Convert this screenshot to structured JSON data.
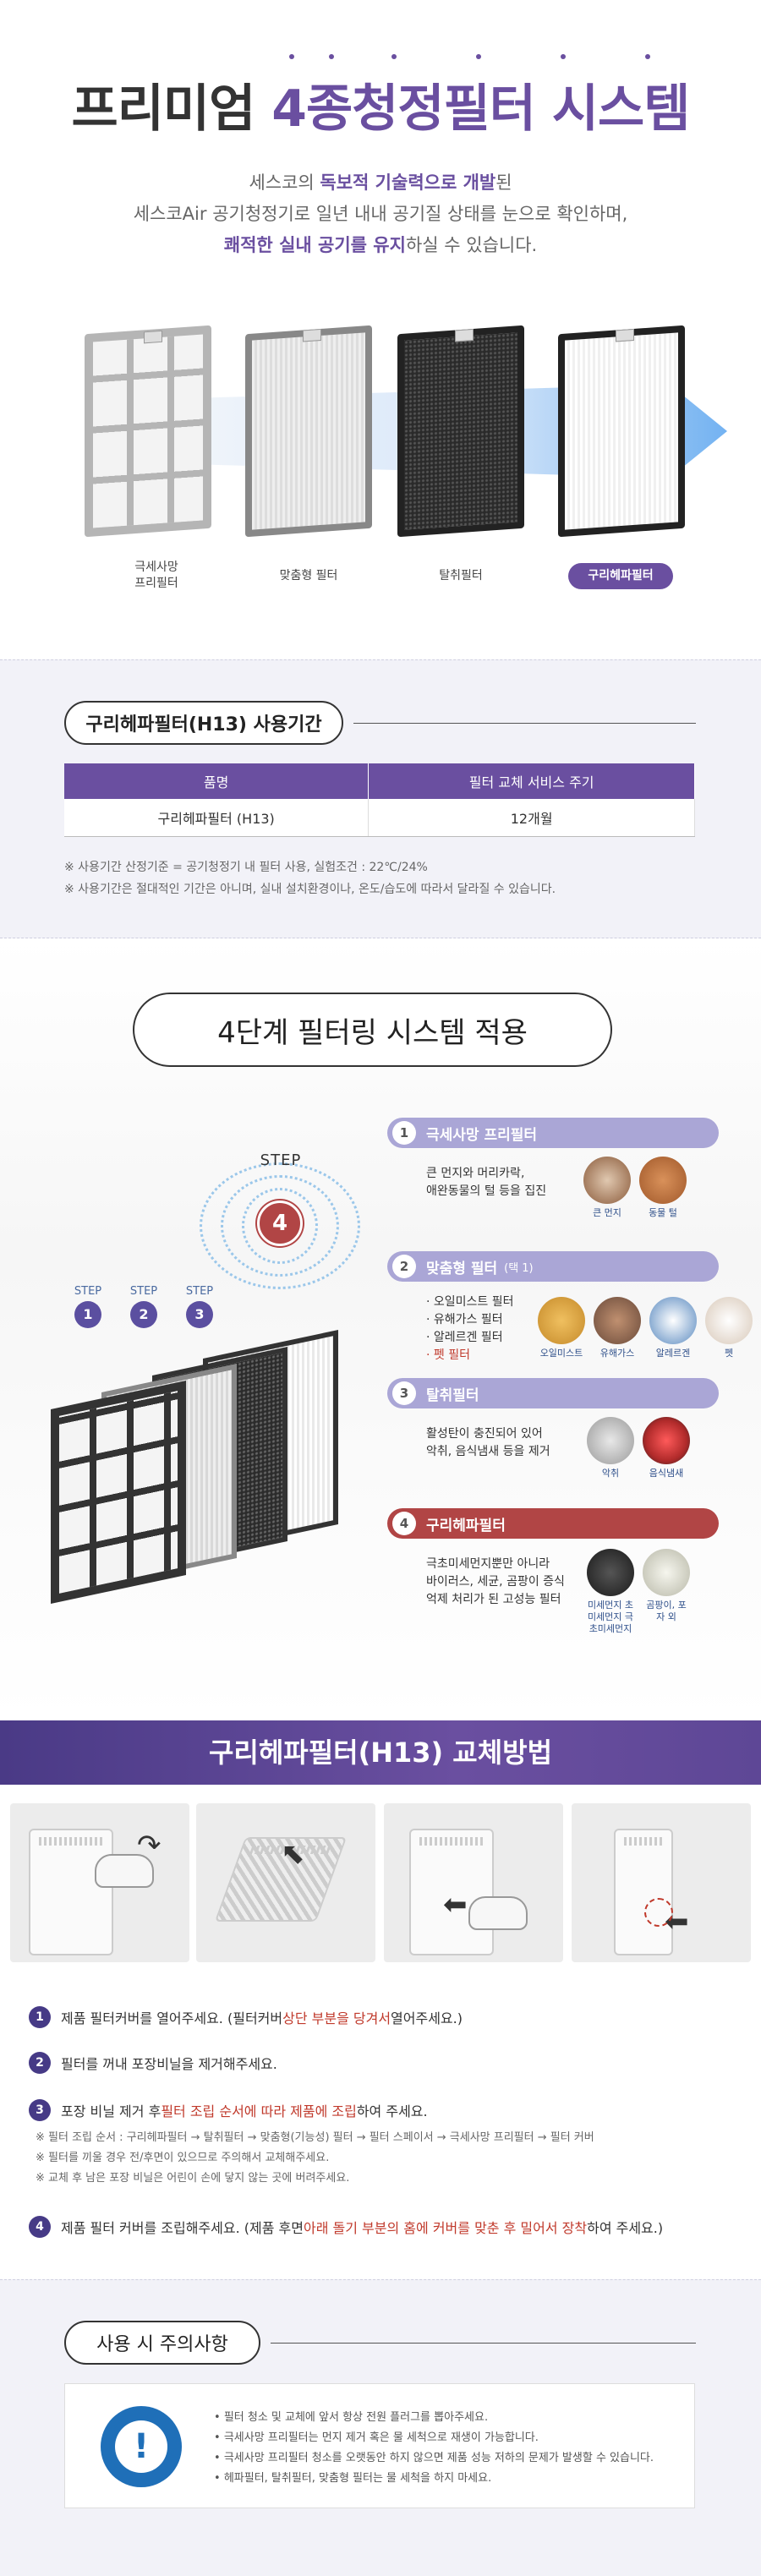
{
  "hero": {
    "title_pre": "프리미엄 ",
    "title_accent": "4종",
    "title_post": " 청정필터 시스템",
    "desc": [
      {
        "parts": [
          "세스코의 ",
          "독보적 기술력으로 개발",
          "된"
        ]
      },
      {
        "parts": [
          "세스코Air 공기청정기로 일년 내내 공기질 상태를 눈으로 확인하며,",
          "",
          ""
        ]
      },
      {
        "parts": [
          "",
          "쾌적한 실내 공기를 유지",
          "하실 수 있습니다."
        ]
      }
    ],
    "filters": [
      {
        "label_line1": "극세사망",
        "label_line2": "프리필터"
      },
      {
        "label_line1": "맞춤형 필터",
        "label_line2": ""
      },
      {
        "label_line1": "탈취필터",
        "label_line2": ""
      },
      {
        "label_line1": "구리헤파필터",
        "label_line2": ""
      }
    ]
  },
  "usage": {
    "title": "구리헤파필터(H13) 사용기간",
    "table": {
      "headers": [
        "품명",
        "필터 교체 서비스 주기"
      ],
      "rows": [
        [
          "구리헤파필터 (H13)",
          "12개월"
        ]
      ]
    },
    "notes": [
      "※ 사용기간 산정기준 = 공기청정기 내 필터 사용, 실험조건 : 22℃/24%",
      "※ 사용기간은 절대적인 기간은 아니며, 실내 설치환경이나, 온도/습도에 따라서 달라질 수 있습니다."
    ]
  },
  "steps": {
    "title": "4단계 필터링 시스템 적용",
    "step_word": "STEP",
    "numbers": [
      "1",
      "2",
      "3",
      "4"
    ],
    "items": [
      {
        "num": "1",
        "name": "극세사망 프리필터",
        "sub": "",
        "text": [
          "큰 먼지와 머리카락,",
          "애완동물의 털 등을 집진"
        ],
        "circles": [
          {
            "label": "큰 먼지",
            "icon": "dust-icon",
            "color": "#8a5a3a"
          },
          {
            "label": "동물 털",
            "icon": "fur-icon",
            "color": "#a0582a"
          }
        ]
      },
      {
        "num": "2",
        "name": "맞춤형 필터",
        "sub": "(택 1)",
        "text": [
          "· 오일미스트 필터",
          "· 유해가스 필터",
          "· 알레르겐 필터",
          "· 펫 필터"
        ],
        "circles": [
          {
            "label": "오일미스트",
            "icon": "oil-mist-icon",
            "color": "#c58a2a"
          },
          {
            "label": "유해가스",
            "icon": "harmful-gas-icon",
            "color": "#6a4a3a"
          },
          {
            "label": "알레르겐",
            "icon": "allergen-icon",
            "color": "#5a8ac0"
          },
          {
            "label": "펫",
            "icon": "pet-icon",
            "color": "#d8c8b8"
          }
        ]
      },
      {
        "num": "3",
        "name": "탈취필터",
        "sub": "",
        "text": [
          "활성탄이 충진되어 있어",
          "악취, 음식냄새 등을 제거"
        ],
        "circles": [
          {
            "label": "악취",
            "icon": "odor-icon",
            "color": "#9a9a9a"
          },
          {
            "label": "음식냄새",
            "icon": "food-smell-icon",
            "color": "#b02a2a"
          }
        ]
      },
      {
        "num": "4",
        "name": "구리헤파필터",
        "sub": "",
        "text": [
          "극초미세먼지뿐만 아니라",
          "바이러스, 세균, 곰팡이 증식",
          "억제 처리가 된 고성능 필터"
        ],
        "circles": [
          {
            "label": "미세먼지 초미세먼지 극초미세먼지",
            "icon": "fine-dust-icon",
            "color": "#2a2a2a"
          },
          {
            "label": "곰팡이, 포자 외",
            "icon": "mold-icon",
            "color": "#c8c8b8"
          }
        ]
      }
    ]
  },
  "replace": {
    "title": "구리헤파필터(H13) 교체방법",
    "instructions": [
      {
        "no": "1",
        "pre": "제품 필터커버를 열어주세요. (필터커버 ",
        "hl": "상단 부분을 당겨서",
        "post": " 열어주세요.)"
      },
      {
        "no": "2",
        "pre": "필터를 꺼내 포장비닐을 제거해주세요.",
        "hl": "",
        "post": ""
      },
      {
        "no": "3",
        "pre": "포장 비닐 제거 후 ",
        "hl": "필터 조립 순서에 따라 제품에 조립",
        "post": "하여 주세요."
      },
      {
        "no": "4",
        "pre": "제품 필터 커버를 조립해주세요. (제품 후면 ",
        "hl": "아래 돌기 부분의 홈에 커버를 맞춘 후 밀어서 장착",
        "post": "하여 주세요.)"
      }
    ],
    "notes": [
      "※ 필터 조립 순서 : 구리헤파필터 → 탈취필터 → 맞춤형(기능성) 필터 → 필터 스페이서 → 극세사망 프리필터 → 필터 커버",
      "※ 필터를 끼울 경우 전/후면이 있으므로 주의해서 교체해주세요.",
      "※ 교체 후 남은 포장 비닐은 어린이 손에 닿지 않는 곳에 버려주세요."
    ]
  },
  "caution": {
    "title": "사용 시 주의사항",
    "icon": "exclamation-icon",
    "items": [
      "필터 청소 및 교체에 앞서 항상 전원 플러그를 뽑아주세요.",
      "극세사망 프리필터는 먼지 제거 혹은 물 세척으로 재생이 가능합니다.",
      "극세사망 프리필터 청소를 오랫동안 하지 않으면 제품 성능 저하의 문제가 발생할 수 있습니다.",
      "헤파필터, 탈취필터, 맞춤형 필터는 물 세척을 하지 마세요."
    ]
  },
  "colors": {
    "accent": "#6a4fa0",
    "red": "#b14545",
    "navy": "#463a86",
    "link_blue": "#1f6fb8"
  }
}
